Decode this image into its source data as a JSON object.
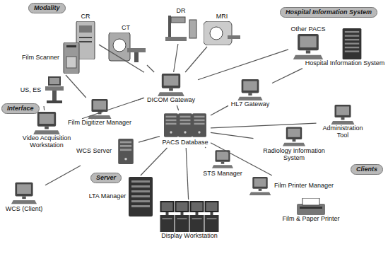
{
  "diagram": {
    "nodes": [
      {
        "text": [
          "Modality"
        ]
      },
      {
        "text": [
          "Hospital Information System"
        ]
      },
      {
        "text": [
          "Interface"
        ]
      },
      {
        "text": [
          "Server"
        ]
      },
      {
        "text": [
          "Clients"
        ]
      },
      {
        "text": [
          "CR"
        ]
      },
      {
        "text": [
          "CT"
        ]
      },
      {
        "text": [
          "DR"
        ]
      },
      {
        "text": [
          "MRI"
        ]
      },
      {
        "text": [
          "Film Scanner"
        ]
      },
      {
        "text": [
          "US, ES"
        ]
      },
      {
        "text": [
          "DICOM Gateway"
        ]
      },
      {
        "text": [
          "Other PACS"
        ]
      },
      {
        "text": [
          "Hospital Information System"
        ]
      },
      {
        "text": [
          "HL7 Gateway"
        ]
      },
      {
        "text": [
          "Film Digitizer Manager"
        ]
      },
      {
        "text": [
          "Video Acquisition Workstation"
        ]
      },
      {
        "text": [
          "PACS Database"
        ]
      },
      {
        "text": [
          "WCS Server"
        ]
      },
      {
        "text": [
          "STS Manager"
        ]
      },
      {
        "text": [
          "Administration Tool"
        ]
      },
      {
        "text": [
          "Radiology Information System"
        ]
      },
      {
        "text": [
          "Film Printer Manager"
        ]
      },
      {
        "text": [
          "Film & Paper Printer"
        ]
      },
      {
        "text": [
          "WCS (Client)"
        ]
      },
      {
        "text": [
          "LTA Manager"
        ]
      },
      {
        "text": [
          "Display Workstation"
        ]
      }
    ],
    "edges": [
      {
        "from": 5,
        "to": 11,
        "arrow": "none"
      },
      {
        "from": 6,
        "to": 11,
        "arrow": "none"
      },
      {
        "from": 7,
        "to": 11,
        "arrow": "none"
      },
      {
        "from": 8,
        "to": 11,
        "arrow": "none"
      },
      {
        "from": 9,
        "to": 15,
        "arrow": "none"
      },
      {
        "from": 10,
        "to": 16,
        "arrow": "none"
      },
      {
        "from": 15,
        "to": 11,
        "arrow": "none"
      },
      {
        "from": 16,
        "to": 11,
        "arrow": "none"
      },
      {
        "from": 11,
        "to": 12,
        "arrow": "none"
      },
      {
        "from": 11,
        "to": 17,
        "arrow": "none"
      },
      {
        "from": 13,
        "to": 14,
        "arrow": "none"
      },
      {
        "from": 14,
        "to": 17,
        "arrow": "none"
      },
      {
        "from": 17,
        "to": 20,
        "arrow": "none"
      },
      {
        "from": 17,
        "to": 21,
        "arrow": "none"
      },
      {
        "from": 17,
        "to": 22,
        "arrow": "none"
      },
      {
        "from": 22,
        "to": 23,
        "arrow": "none"
      },
      {
        "from": 17,
        "to": 19,
        "arrow": "none"
      },
      {
        "from": 17,
        "to": 18,
        "arrow": "none"
      },
      {
        "from": 18,
        "to": 24,
        "arrow": "none"
      },
      {
        "from": 17,
        "to": 25,
        "arrow": "none"
      },
      {
        "from": 17,
        "to": 26,
        "arrow": "none"
      }
    ]
  }
}
